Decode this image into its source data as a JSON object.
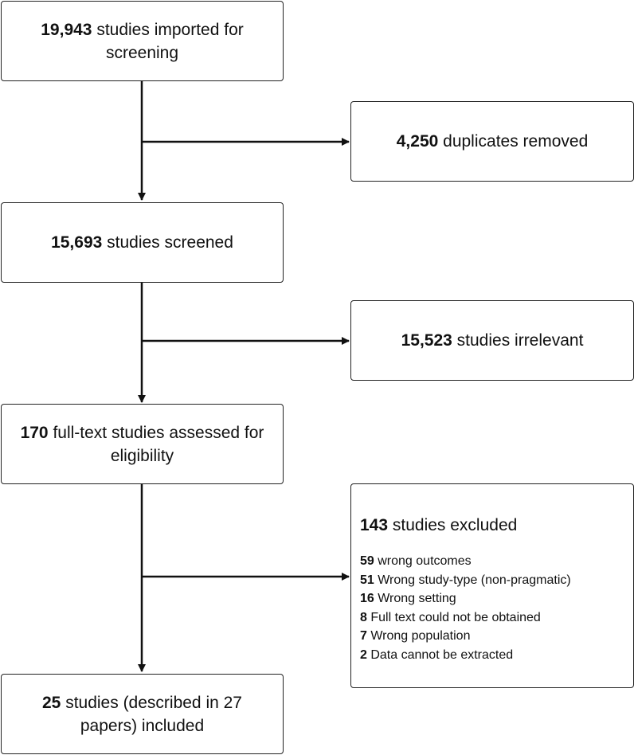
{
  "boxes": {
    "imported": {
      "count": "19,943",
      "text": " studies imported for screening"
    },
    "duplicates": {
      "count": "4,250",
      "text": " duplicates removed"
    },
    "screened": {
      "count": "15,693",
      "text": " studies screened"
    },
    "irrelevant": {
      "count": "15,523",
      "text": " studies irrelevant"
    },
    "fulltext": {
      "count": "170",
      "text": " full-text studies assessed for eligibility"
    },
    "excluded": {
      "count": "143",
      "text": " studies excluded",
      "reasons": [
        {
          "count": "59",
          "text": " wrong outcomes"
        },
        {
          "count": "51",
          "text": " Wrong study-type (non-pragmatic)"
        },
        {
          "count": "16",
          "text": " Wrong setting"
        },
        {
          "count": "8",
          "text": " Full text could not be obtained"
        },
        {
          "count": "7",
          "text": " Wrong population"
        },
        {
          "count": "2",
          "text": " Data cannot be extracted"
        }
      ]
    },
    "included": {
      "count": "25",
      "text": " studies (described in 27 papers) included"
    }
  },
  "colors": {
    "line": "#111111",
    "border": "#222222"
  }
}
